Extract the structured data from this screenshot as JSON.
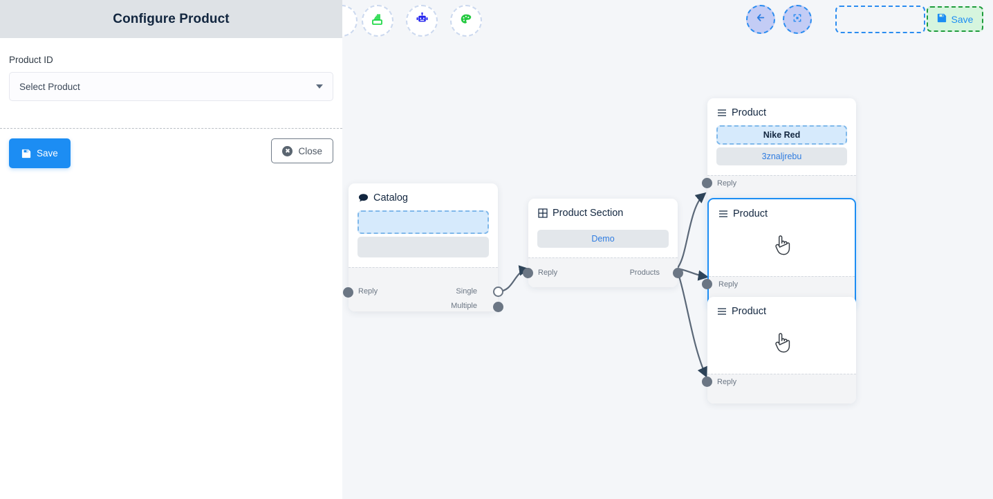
{
  "sidebar": {
    "title": "Configure Product",
    "field_label": "Product ID",
    "select": {
      "value": "Select Product",
      "caret_icon": "chevron-down-icon"
    },
    "save_label": "Save",
    "close_label": "Close",
    "save_icon": "floppy-disk-icon",
    "close_icon": "circle-x-icon"
  },
  "toolbar": {
    "left_tools": [
      {
        "icon": "stack-layers-icon",
        "color": "#23d94a"
      },
      {
        "icon": "robot-icon",
        "color": "#2222ee"
      },
      {
        "icon": "palette-icon",
        "color": "#23c93f"
      }
    ],
    "right_tools": [
      {
        "icon": "arrow-left-icon",
        "color": "#2a7ce0"
      },
      {
        "icon": "compress-fit-icon",
        "color": "#2a8cf0"
      }
    ],
    "placeholder_label": "",
    "save_label": "Save",
    "save_icon": "floppy-disk-icon",
    "save_accent": "#1f9c3c"
  },
  "canvas": {
    "background": "#f4f6f9",
    "connector_color": "#5b6878",
    "nodes": [
      {
        "id": "catalog",
        "title": "Catalog",
        "icon": "chat-bubble-icon",
        "selected": false,
        "chips": [
          {
            "type": "dashed",
            "label": ""
          },
          {
            "type": "gray",
            "label": ""
          }
        ],
        "ports": [
          {
            "label": "Reply",
            "side": "left",
            "style": "filled"
          },
          {
            "label": "Single",
            "side": "right",
            "style": "hollow"
          },
          {
            "label": "Multiple",
            "side": "right",
            "style": "filled"
          }
        ]
      },
      {
        "id": "product-section",
        "title": "Product Section",
        "icon": "grid-table-icon",
        "selected": false,
        "chips": [
          {
            "type": "gray",
            "label": "Demo"
          }
        ],
        "ports": [
          {
            "label": "Reply",
            "side": "left",
            "style": "filled"
          },
          {
            "label": "Products",
            "side": "right",
            "style": "filled"
          }
        ]
      },
      {
        "id": "product-1",
        "title": "Product",
        "icon": "hamburger-list-icon",
        "selected": false,
        "chips": [
          {
            "type": "dashed",
            "label": "Nike Red"
          },
          {
            "type": "gray",
            "label": "3znaljrebu"
          }
        ],
        "ports": [
          {
            "label": "Reply",
            "side": "left",
            "style": "filled"
          }
        ]
      },
      {
        "id": "product-2",
        "title": "Product",
        "icon": "hamburger-list-icon",
        "selected": true,
        "chips": [
          {
            "type": "cursor",
            "label": ""
          }
        ],
        "ports": [
          {
            "label": "Reply",
            "side": "left",
            "style": "filled"
          }
        ]
      },
      {
        "id": "product-3",
        "title": "Product",
        "icon": "hamburger-list-icon",
        "selected": false,
        "chips": [
          {
            "type": "cursor",
            "label": ""
          }
        ],
        "ports": [
          {
            "label": "Reply",
            "side": "left",
            "style": "filled"
          }
        ]
      }
    ]
  }
}
